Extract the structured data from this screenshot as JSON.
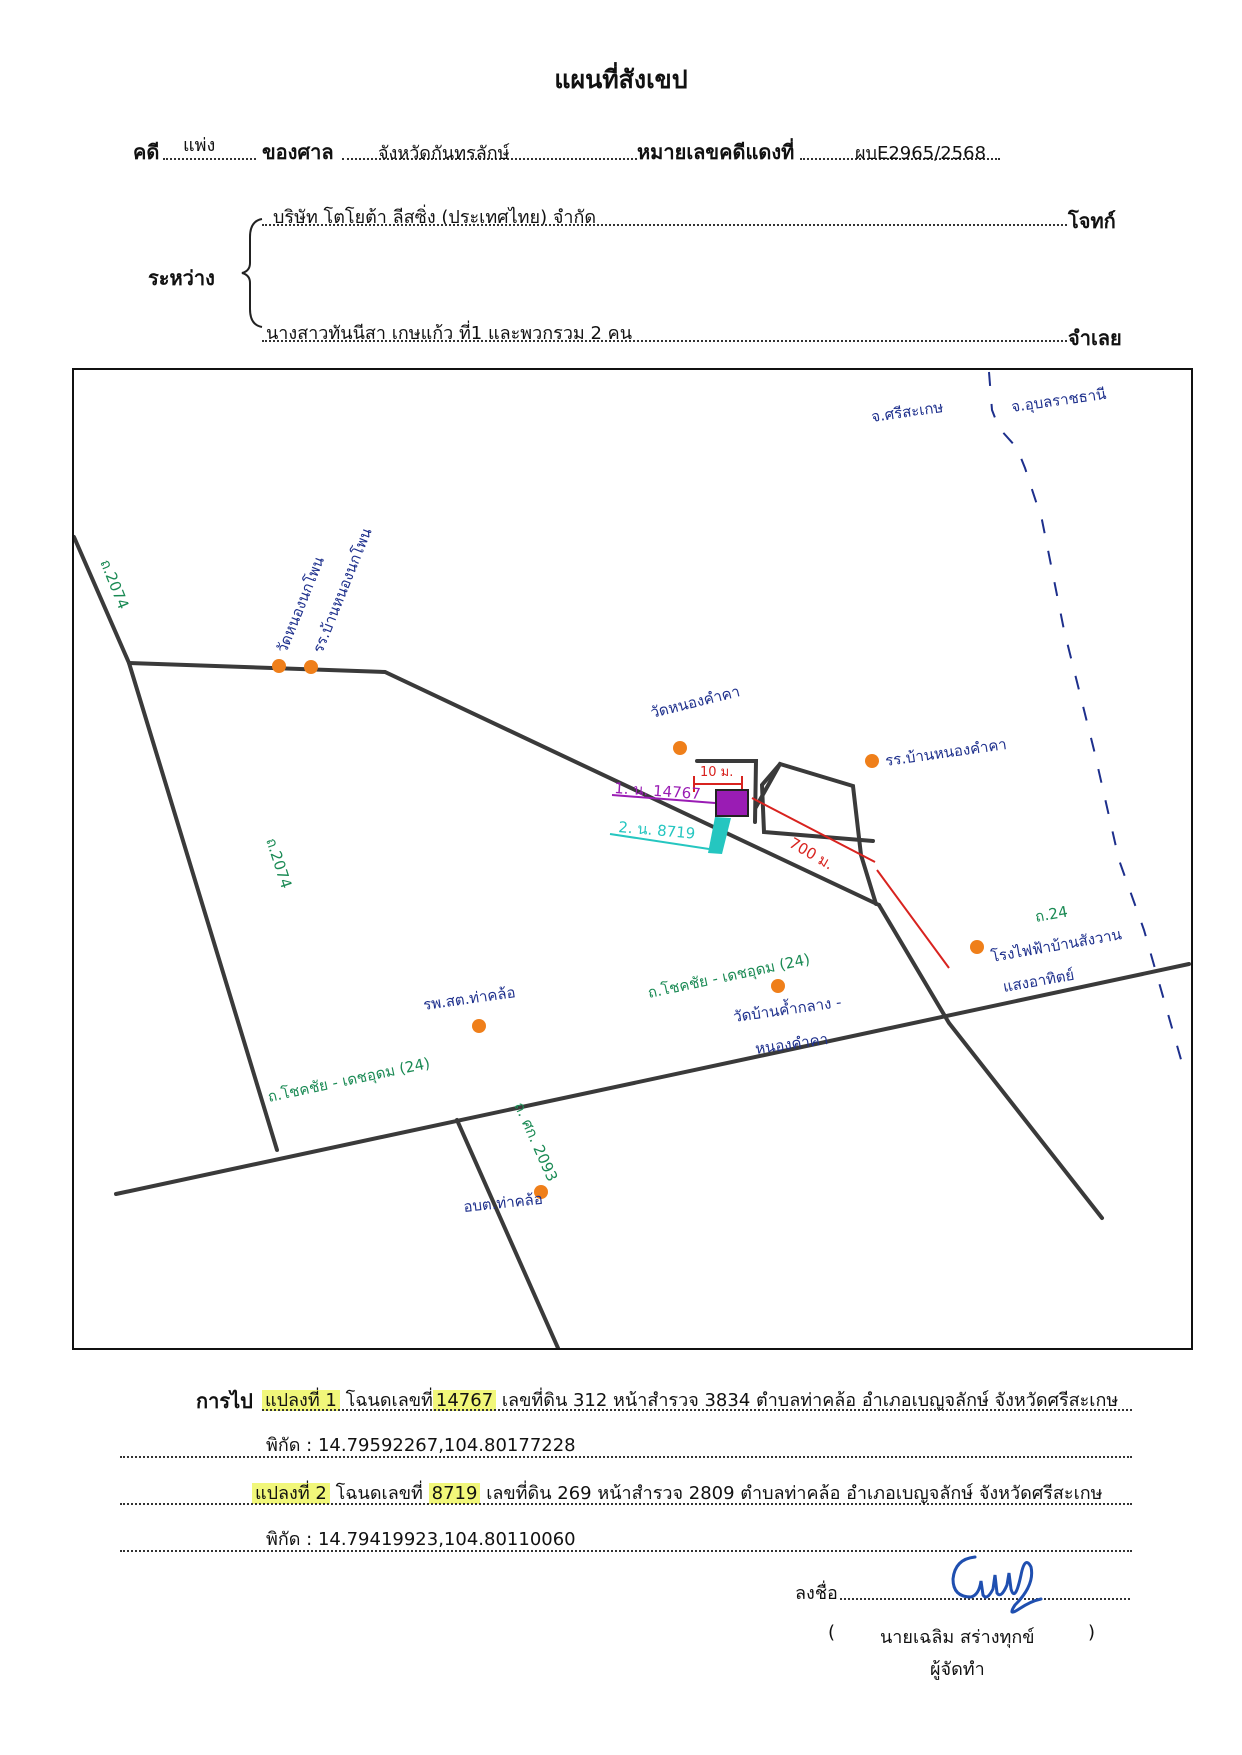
{
  "header": {
    "title": "แผนที่สังเขป",
    "case_label": "คดี",
    "case_type": "แพ่ง",
    "court_label": "ของศาล",
    "court_name": "จังหวัดกันทรลักษ์",
    "red_no_label": "หมายเลขคดีแดงที่",
    "red_no": "ผบE2965/2568"
  },
  "parties": {
    "between_label": "ระหว่าง",
    "plaintiff_name": "บริษัท โตโยต้า ลีสซิ่ง (ประเทศไทย) จำกัด",
    "plaintiff_label": "โจทก์",
    "defendant_name": "นางสาวทันนีสา เกษแก้ว ที่1 และพวกรวม 2 คน",
    "defendant_label": "จำเลย"
  },
  "map": {
    "province_si_sa_ket": "จ.ศรีสะเกษ",
    "province_ubon": "จ.อุบลราชธานี",
    "road_2074_top": "ถ.2074",
    "road_2074_mid": "ถ.2074",
    "wat_nong_nak_phon": "วัดหนองนกโพน",
    "school_nong_nak_phon": "รร.บ้านหนองนกโพน",
    "wat_nong_kham_kha": "วัดหนองคำคา",
    "school_nong_kham_kha": "รร.บ้านหนองคำคา",
    "dist_10": "10 ม.",
    "dist_700": "700 ม.",
    "parcel_1_label": "1. น. 14767",
    "parcel_2_label": "2. น. 8719",
    "road_24_label": "ถ.24",
    "road_khukhan_det_udom_upper": "ถ.โชคชัย - เดชอุดม (24)",
    "road_khukhan_det_udom_lower": "ถ.โชคชัย - เดชอุดม (24)",
    "hospital_tha_khlo": "รพ.สต.ท่าคล้อ",
    "wat_ban_kha_klang": "วัดบ้านค้ำกลาง -",
    "wat_ban_kha_klang_2": "หนองคำคา",
    "school_ban_saeng": "โรงไฟฟ้าบ้านสังวาน",
    "school_ban_saeng_2": "แสงอาทิตย์",
    "road_sk_2093": "ถ. ศก. 2093",
    "sao_tha_khlo": "อบต.ท่าคล้อ",
    "colors": {
      "road": "#3a3a3a",
      "dot": "#ef7f1a",
      "green_text": "#1a8a54",
      "blue_text": "#1d2f8c",
      "red": "#d8231f",
      "parcel1": "#9a1cb4",
      "parcel2": "#25c6c0",
      "province_line": "#1d2f8c"
    }
  },
  "directions": {
    "label": "การไป",
    "parcel1_prefix": "แปลงที่ 1",
    "parcel1_deed_word": "โฉนดเลขที่",
    "parcel1_deed_no": "14767",
    "parcel1_rest": "เลขที่ดิน 312 หน้าสำรวจ 3834 ตำบลท่าคล้อ อำเภอเบญจลักษ์ จังหวัดศรีสะเกษ",
    "parcel1_coords": "พิกัด : 14.79592267,104.80177228",
    "parcel2_prefix": "แปลงที่ 2",
    "parcel2_deed_word": "โฉนดเลขที่",
    "parcel2_deed_no": "8719",
    "parcel2_rest": "เลขที่ดิน 269 หน้าสำรวจ 2809 ตำบลท่าคล้อ อำเภอเบญจลักษ์ จังหวัดศรีสะเกษ",
    "parcel2_coords": "พิกัด : 14.79419923,104.80110060"
  },
  "signature": {
    "sign_label": "ลงชื่อ",
    "open_paren": "(",
    "name": "นายเฉลิม  สร่างทุกข์",
    "close_paren": ")",
    "role": "ผู้จัดทำ",
    "signature_color": "#1f4fb0"
  }
}
